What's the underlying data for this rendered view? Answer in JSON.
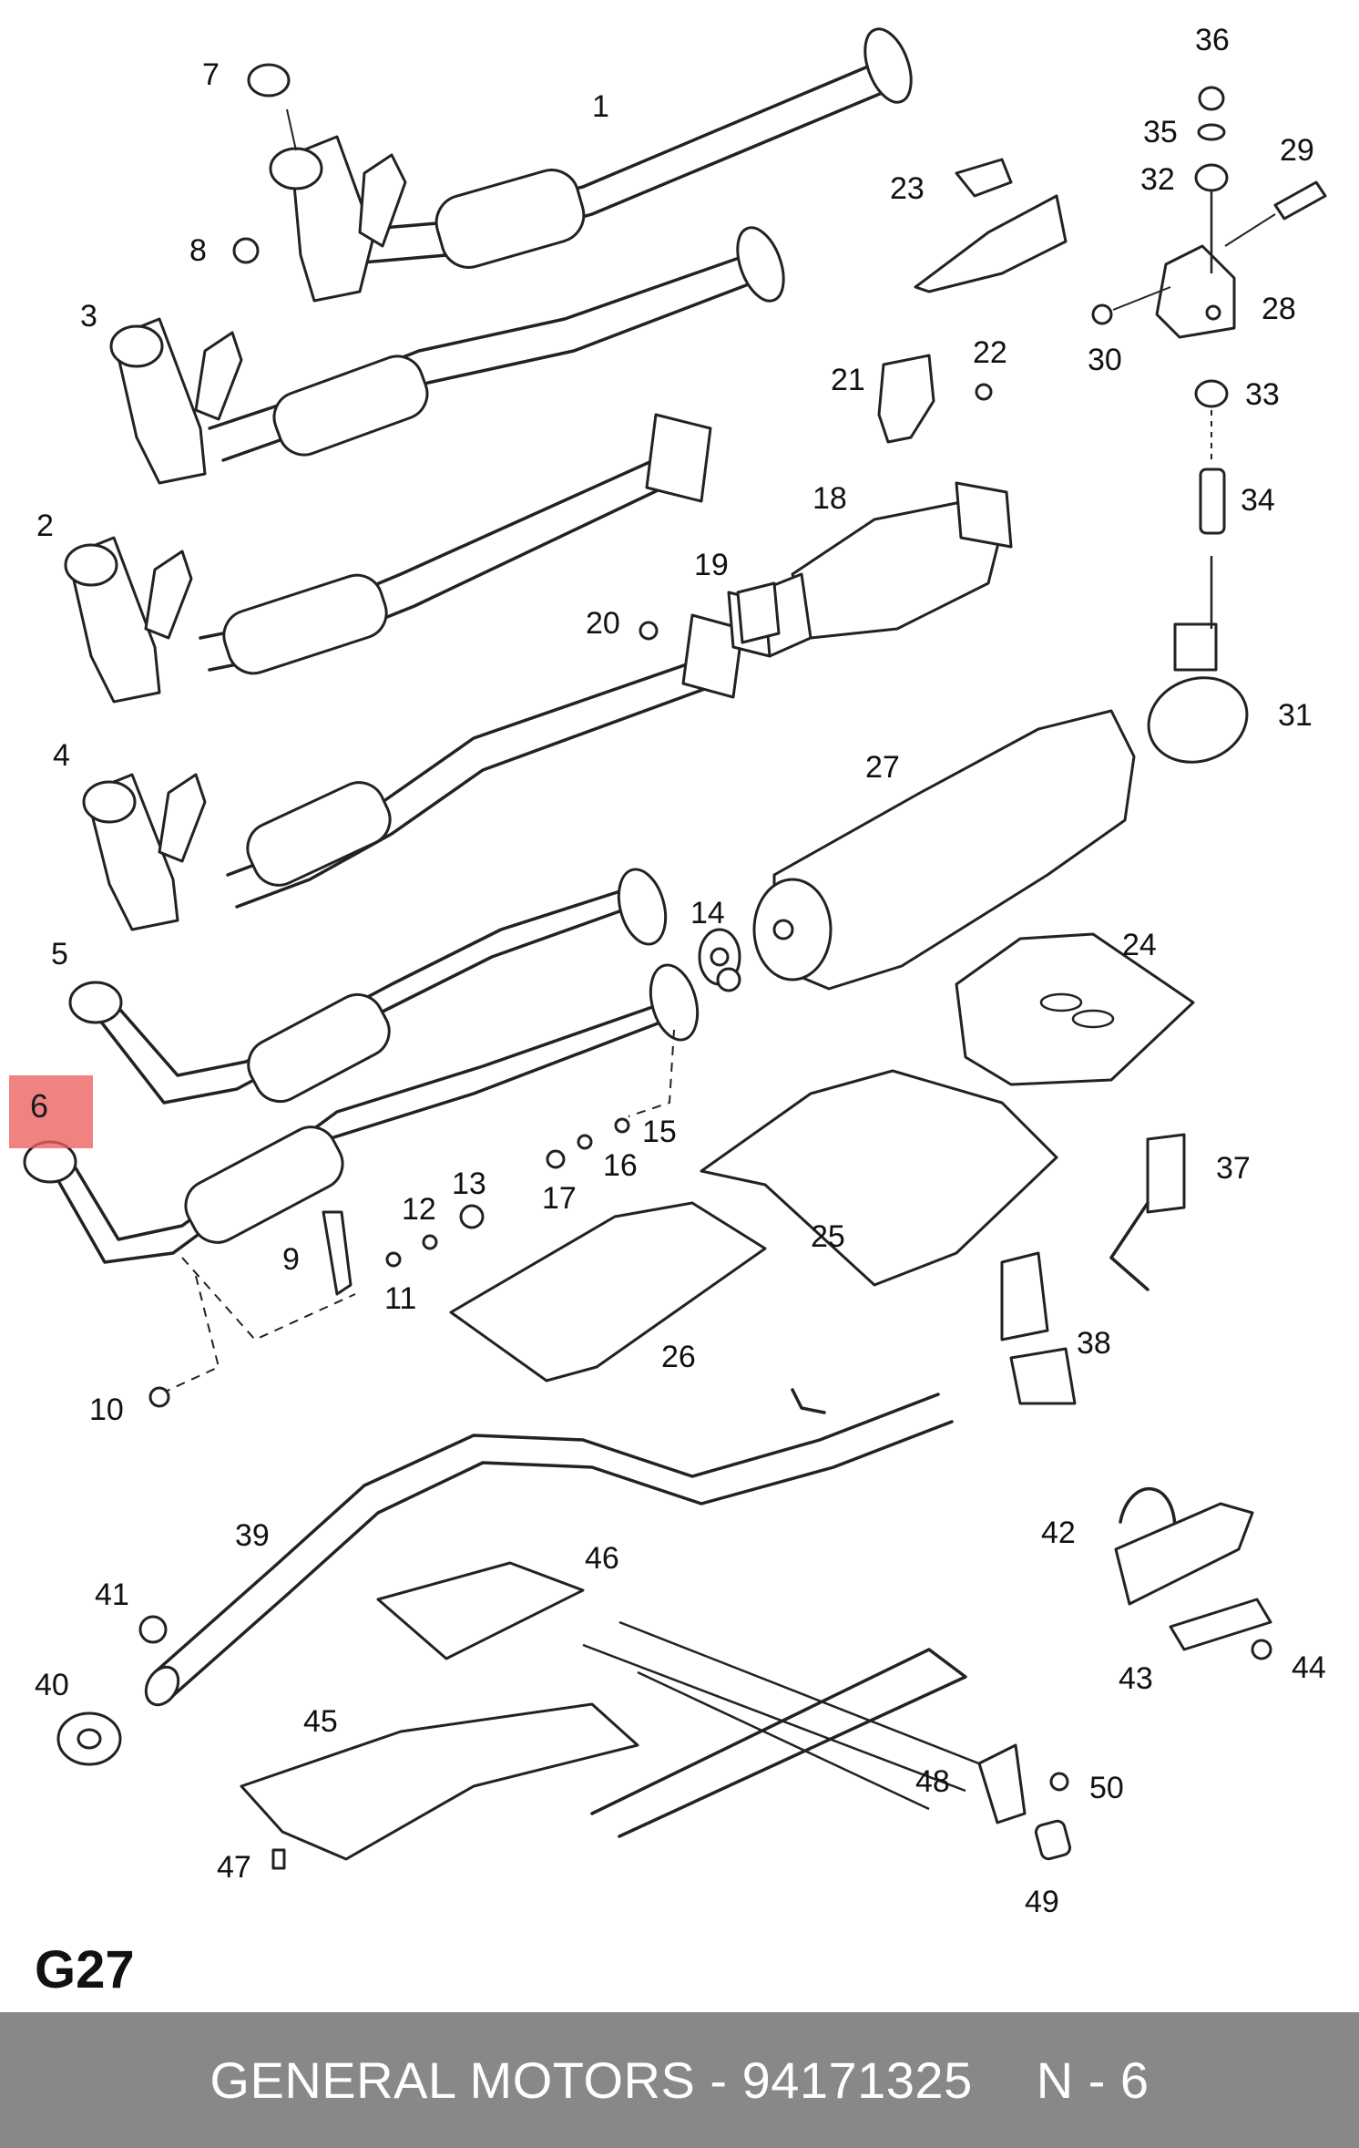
{
  "diagram": {
    "code": "G27",
    "highlighted_callout": "6",
    "callouts": [
      "1",
      "2",
      "3",
      "4",
      "5",
      "7",
      "8",
      "9",
      "10",
      "11",
      "12",
      "13",
      "14",
      "15",
      "16",
      "17",
      "18",
      "19",
      "20",
      "21",
      "22",
      "23",
      "24",
      "25",
      "26",
      "27",
      "28",
      "29",
      "30",
      "31",
      "32",
      "33",
      "34",
      "35",
      "36",
      "37",
      "38",
      "39",
      "40",
      "41",
      "42",
      "43",
      "44",
      "45",
      "46",
      "47",
      "48",
      "49",
      "50"
    ]
  },
  "footer": {
    "brand_part": "GENERAL MOTORS - 94171325",
    "reference": "N - 6"
  },
  "colors": {
    "highlight": "#ec5f5f",
    "footer_background": "#888888",
    "footer_text": "#ffffff",
    "line_art": "#222222"
  }
}
